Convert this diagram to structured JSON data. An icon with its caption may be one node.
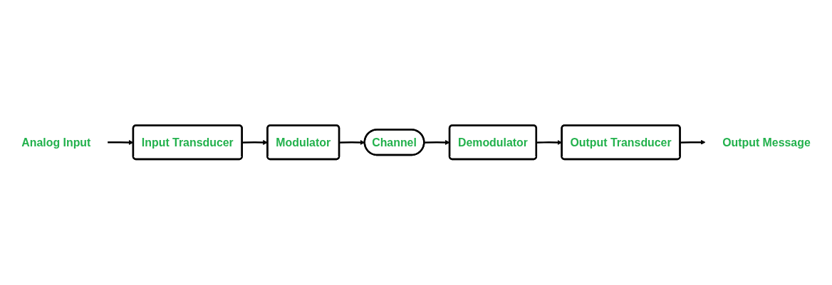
{
  "diagram": {
    "nodes": [
      {
        "text": [
          "Analog Input"
        ]
      },
      {
        "text": [
          "Input Transducer"
        ]
      },
      {
        "text": [
          "Modulator"
        ]
      },
      {
        "text": [
          "Channel"
        ]
      },
      {
        "text": [
          "Demodulator"
        ]
      },
      {
        "text": [
          "Output Transducer"
        ]
      },
      {
        "text": [
          "Output Message"
        ]
      }
    ],
    "edges": [
      {
        "from": 0,
        "to": 1,
        "arrow": "to"
      },
      {
        "from": 1,
        "to": 2,
        "arrow": "to"
      },
      {
        "from": 2,
        "to": 3,
        "arrow": "to"
      },
      {
        "from": 3,
        "to": 4,
        "arrow": "to"
      },
      {
        "from": 4,
        "to": 5,
        "arrow": "to"
      },
      {
        "from": 5,
        "to": 6,
        "arrow": "to"
      }
    ]
  }
}
